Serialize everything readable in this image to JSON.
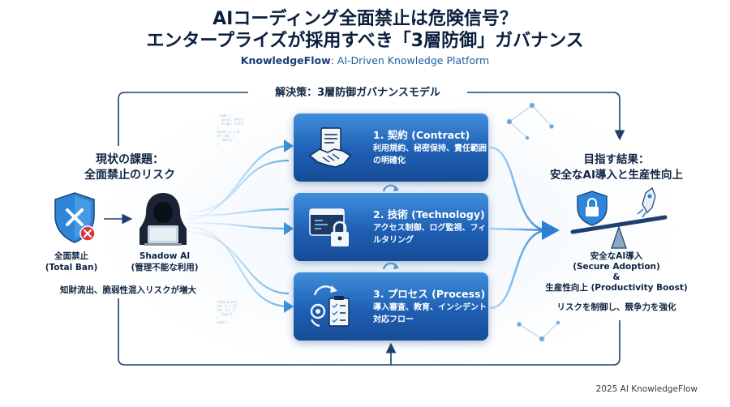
{
  "header": {
    "title_line1": "AIコーディング全面禁止は危険信号？",
    "title_line2": "エンタープライズが採用すべき「3層防御」ガバナンス",
    "brand": "KnowledgeFlow",
    "tagline": ": AI-Driven Knowledge Platform"
  },
  "frame_label": "解決策：3層防御ガバナンスモデル",
  "current": {
    "heading_line1": "現状の課題：",
    "heading_line2": "全面禁止のリスク",
    "ban_label_line1": "全面禁止",
    "ban_label_line2": "(Total Ban)",
    "shadow_label_line1": "Shadow AI",
    "shadow_label_line2": "(管理不能な利用)",
    "risk": "知財流出、脆弱性混入リスクが増大"
  },
  "layers": [
    {
      "title": "1. 契約 (Contract)",
      "desc": "利用規約、秘密保持、責任範囲の明確化",
      "icon": "handshake-contract-icon"
    },
    {
      "title": "2. 技術 (Technology)",
      "desc": "アクセス制御、ログ監視、フィルタリング",
      "icon": "terminal-lock-icon"
    },
    {
      "title": "3. プロセス (Process)",
      "desc": "導入審査、教育、インシデント対応フロー",
      "icon": "process-checklist-icon"
    }
  ],
  "result": {
    "heading_line1": "目指す結果：",
    "heading_line2": "安全なAI導入と生産性向上",
    "line1": "安全なAI導入",
    "line2": "(Secure Adoption)",
    "amp": "&",
    "line3": "生産性向上 (Productivity Boost)",
    "note": "リスクを制御し、競争力を強化"
  },
  "footer": "2025 AI KnowledgeFlow",
  "colors": {
    "navy": "#0a1f3d",
    "card_top": "#3f8fdb",
    "card_bottom": "#174c96",
    "accent_blue": "#1e6fc8",
    "alert_red": "#d9363e"
  }
}
